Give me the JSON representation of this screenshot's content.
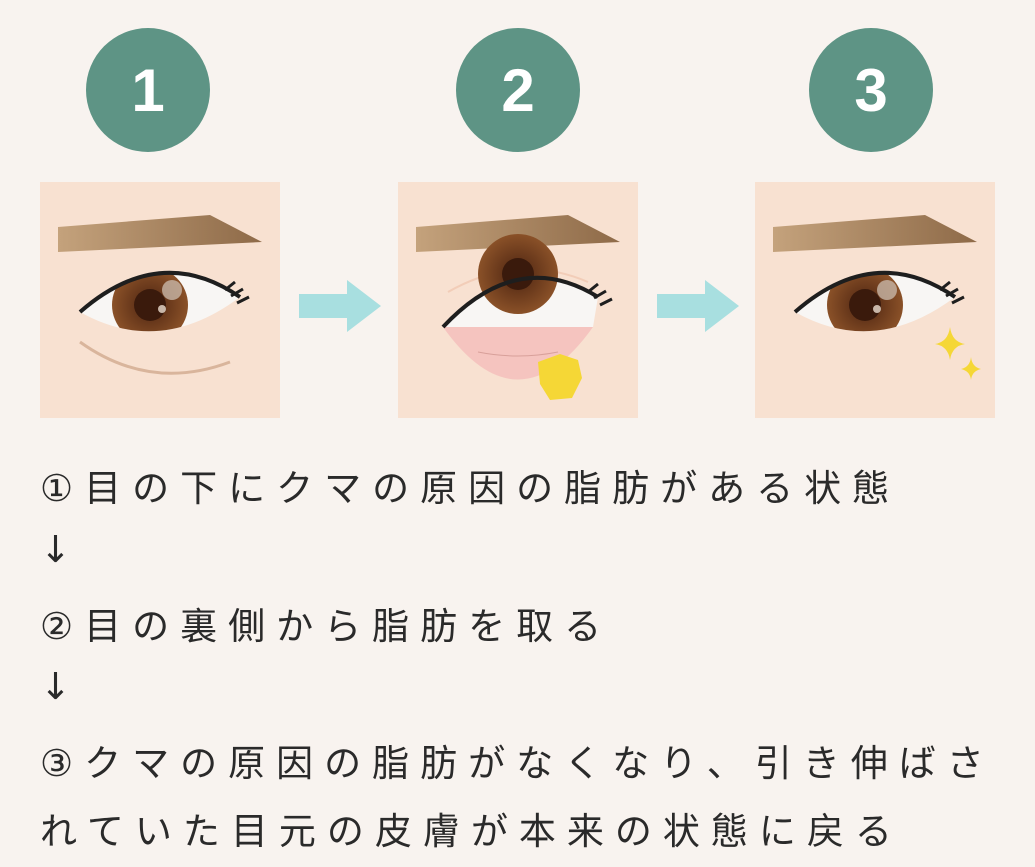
{
  "steps": [
    {
      "number": "1"
    },
    {
      "number": "2"
    },
    {
      "number": "3"
    }
  ],
  "colors": {
    "circle": "#5e9485",
    "arrow": "#a8dfe0",
    "skin": "#f8e1d1",
    "fat": "#f5d736"
  },
  "text": {
    "line1": "①目の下にクマの原因の脂肪がある状態",
    "arrow1": "↓",
    "line2": "②目の裏側から脂肪を取る",
    "arrow2": "↓",
    "line3": "③クマの原因の脂肪がなくなり、引き伸ばさ",
    "line4": "れていた目元の皮膚が本来の状態に戻る"
  }
}
